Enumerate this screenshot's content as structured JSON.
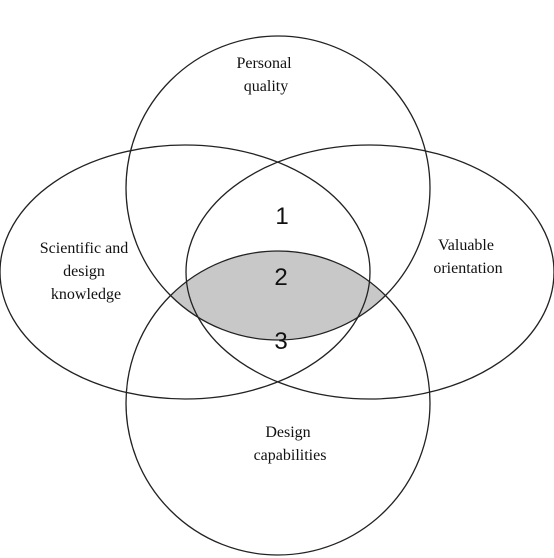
{
  "diagram": {
    "circles": {
      "personal_quality": {
        "label_lines": [
          "Personal",
          "quality"
        ]
      },
      "scientific_design_knowledge": {
        "label_lines": [
          "Scientific and",
          "design",
          "knowledge"
        ]
      },
      "valuable_orientation": {
        "label_lines": [
          "Valuable",
          "orientation"
        ]
      },
      "design_capabilities": {
        "label_lines": [
          "Design",
          "capabilities"
        ]
      }
    },
    "regions": {
      "region_1": "1",
      "region_2": "2",
      "region_3": "3"
    },
    "colors": {
      "stroke": "#222222",
      "core_fill": "#c8c8c8",
      "background": "#ffffff"
    }
  }
}
